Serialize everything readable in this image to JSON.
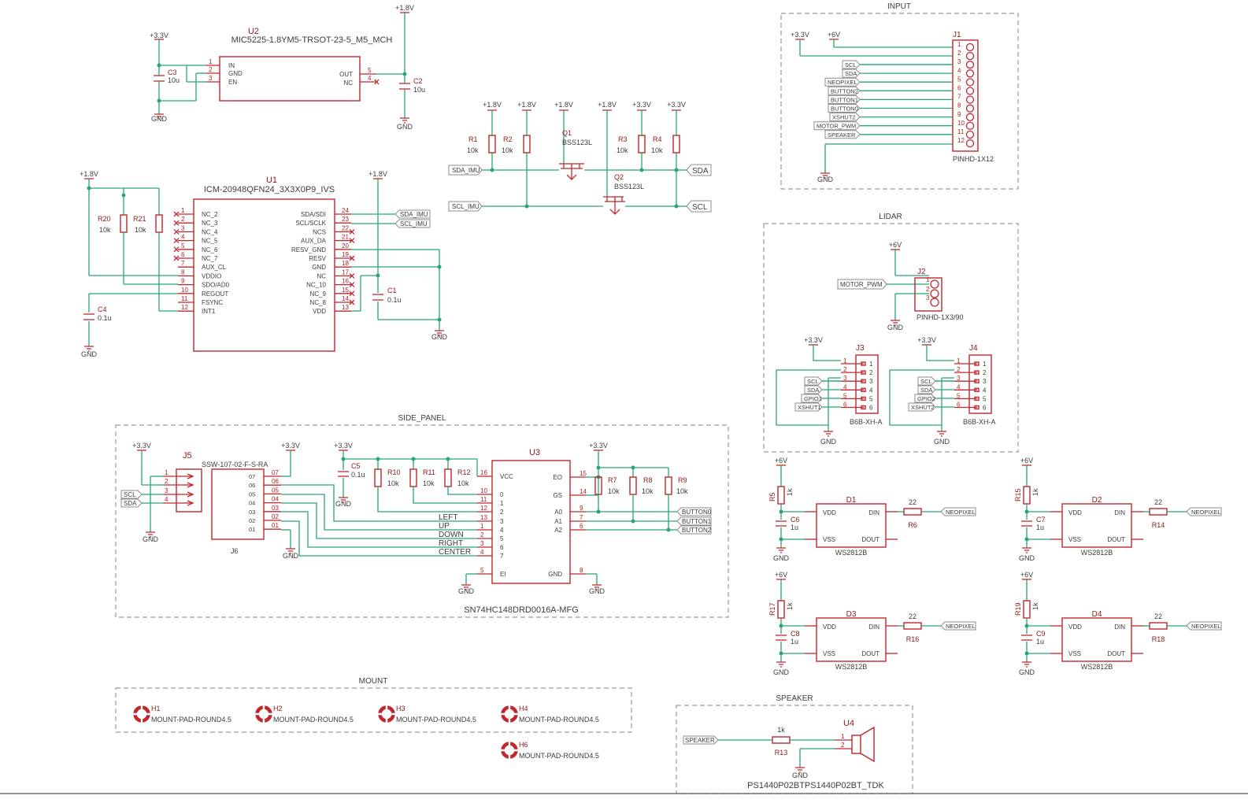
{
  "frames": {
    "input": "INPUT",
    "lidar": "LIDAR",
    "side_panel": "SIDE_PANEL",
    "mount": "MOUNT",
    "speaker": "SPEAKER"
  },
  "rails": {
    "v33": "+3.3V",
    "v18": "+1.8V",
    "v6": "+6V",
    "gnd": "GND"
  },
  "u2": {
    "ref": "U2",
    "part": "MIC5225-1.8YM5-TRSOT-23-5_M5_MCH",
    "pins_left": [
      "IN",
      "GND",
      "EN"
    ],
    "pins_left_num": [
      "1",
      "2",
      "3"
    ],
    "pins_right": [
      "OUT",
      "NC"
    ],
    "pins_right_num": [
      "5",
      "4"
    ],
    "c3": "C3",
    "c3_val": "10u",
    "c2": "C2",
    "c2_val": "10u"
  },
  "u1": {
    "ref": "U1",
    "part": "ICM-20948QFN24_3X3X0P9_IVS",
    "left_pins": [
      "NC_2",
      "NC_3",
      "NC_4",
      "NC_5",
      "NC_6",
      "NC_7",
      "AUX_CL",
      "VDDIO",
      "SDO/AD0",
      "REGOUT",
      "FSYNC",
      "INT1"
    ],
    "left_nums": [
      "1",
      "2",
      "3",
      "4",
      "5",
      "6",
      "7",
      "8",
      "9",
      "10",
      "11",
      "12"
    ],
    "right_pins": [
      "SDA/SDI",
      "SCL/SCLK",
      "NCS",
      "AUX_DA",
      "RESV_GND",
      "RESV",
      "GND",
      "NC",
      "NC_10",
      "NC_9",
      "NC_8",
      "VDD"
    ],
    "right_nums": [
      "24",
      "23",
      "22",
      "21",
      "20",
      "19",
      "18",
      "17",
      "16",
      "15",
      "14",
      "13"
    ],
    "r20": "R20",
    "r20_val": "10k",
    "r21": "R21",
    "r21_val": "10k",
    "c4": "C4",
    "c4_val": "0.1u",
    "c1": "C1",
    "c1_val": "0.1u",
    "sda_imu": "SDA_IMU",
    "scl_imu": "SCL_IMU"
  },
  "level_shift": {
    "r1": "R1",
    "r1_val": "10k",
    "r2": "R2",
    "r2_val": "10k",
    "r3": "R3",
    "r3_val": "10k",
    "r4": "R4",
    "r4_val": "10k",
    "q1": "Q1",
    "q1_part": "BSS123L",
    "q2": "Q2",
    "q2_part": "BSS123L",
    "sda_imu": "SDA_IMU",
    "scl_imu": "SCL_IMU",
    "sda": "SDA",
    "scl": "SCL"
  },
  "j1": {
    "ref": "J1",
    "part": "PINHD-1X12",
    "labels": [
      "SCL",
      "SDA",
      "NEOPIXEL",
      "BUTTON2",
      "BUTTON1",
      "BUTTON0",
      "XSHUT2",
      "MOTOR_PWM",
      "SPEAKER"
    ],
    "nums": [
      "1",
      "2",
      "3",
      "4",
      "5",
      "6",
      "7",
      "8",
      "9",
      "10",
      "11",
      "12"
    ]
  },
  "j2": {
    "ref": "J2",
    "part": "PINHD-1X3/90",
    "label": "MOTOR_PWM",
    "nums": [
      "1",
      "2",
      "3"
    ]
  },
  "j3": {
    "ref": "J3",
    "part": "B6B-XH-A",
    "labels": [
      "SCL",
      "SDA",
      "GPIO1",
      "XSHUT1"
    ],
    "nums": [
      "1",
      "2",
      "3",
      "4",
      "5",
      "6"
    ]
  },
  "j4": {
    "ref": "J4",
    "part": "B6B-XH-A",
    "labels": [
      "SCL",
      "SDA",
      "GPIO2",
      "XSHUT2"
    ],
    "nums": [
      "1",
      "2",
      "3",
      "4",
      "5",
      "6"
    ]
  },
  "leds": [
    {
      "ref": "D1",
      "part": "WS2812B",
      "r_up": "R5",
      "r_up_val": "1k",
      "cap": "C6",
      "cap_val": "1u",
      "r_in": "R6",
      "r_in_val": "22",
      "label": "NEOPIXEL"
    },
    {
      "ref": "D2",
      "part": "WS2812B",
      "r_up": "R15",
      "r_up_val": "1k",
      "cap": "C7",
      "cap_val": "1u",
      "r_in": "R14",
      "r_in_val": "22",
      "label": "NEOPIXEL"
    },
    {
      "ref": "D3",
      "part": "WS2812B",
      "r_up": "R17",
      "r_up_val": "1k",
      "cap": "C8",
      "cap_val": "1u",
      "r_in": "R16",
      "r_in_val": "22",
      "label": "NEOPIXEL"
    },
    {
      "ref": "D4",
      "part": "WS2812B",
      "r_up": "R19",
      "r_up_val": "1k",
      "cap": "C9",
      "cap_val": "1u",
      "r_in": "R18",
      "r_in_val": "22",
      "label": "NEOPIXEL"
    }
  ],
  "led_pins": {
    "vdd": "VDD",
    "vss": "VSS",
    "din": "DIN",
    "dout": "DOUT"
  },
  "side_panel": {
    "j5": "J5",
    "j5_nums": [
      "1",
      "2",
      "3",
      "4"
    ],
    "j5_labels": [
      "SCL",
      "SDA"
    ],
    "j6": "J6",
    "j6_part": "SSW-107-02-F-S-RA",
    "j6_pins": [
      "07",
      "06",
      "05",
      "04",
      "03",
      "02",
      "01"
    ],
    "j6_nums": [
      "07",
      "06",
      "05",
      "04",
      "03",
      "02",
      "01"
    ],
    "c5": "C5",
    "c5_val": "0.1u",
    "r10": "R10",
    "r10_val": "10k",
    "r11": "R11",
    "r11_val": "10k",
    "r12": "R12",
    "r12_val": "10k",
    "r7": "R7",
    "r7_val": "10k",
    "r8": "R8",
    "r8_val": "10k",
    "r9": "R9",
    "r9_val": "10k",
    "u3": "U3",
    "u3_part": "SN74HC148DRD0016A-MFG",
    "u3_left": [
      "VCC",
      "0",
      "1",
      "2",
      "3",
      "4",
      "5",
      "6",
      "7",
      "EI"
    ],
    "u3_left_nums": [
      "16",
      "10",
      "11",
      "12",
      "13",
      "1",
      "2",
      "3",
      "4",
      "5"
    ],
    "u3_right": [
      "EO",
      "GS",
      "A0",
      "A1",
      "A2",
      "GND"
    ],
    "u3_right_nums": [
      "15",
      "14",
      "9",
      "7",
      "6",
      "8"
    ],
    "nets": [
      "LEFT",
      "UP",
      "DOWN",
      "RIGHT",
      "CENTER"
    ],
    "buttons": [
      "BUTTON0",
      "BUTTON1",
      "BUTTON2"
    ]
  },
  "mount": [
    {
      "ref": "H1",
      "part": "MOUNT-PAD-ROUND4.5"
    },
    {
      "ref": "H2",
      "part": "MOUNT-PAD-ROUND4.5"
    },
    {
      "ref": "H3",
      "part": "MOUNT-PAD-ROUND4.5"
    },
    {
      "ref": "H4",
      "part": "MOUNT-PAD-ROUND4.5"
    },
    {
      "ref": "H6",
      "part": "MOUNT-PAD-ROUND4.5"
    }
  ],
  "speaker": {
    "label": "SPEAKER",
    "r13": "R13",
    "r13_val": "1k",
    "u4": "U4",
    "u4_part": "PS1440P02BTPS1440P02BT_TDK",
    "nums": [
      "1",
      "2"
    ]
  },
  "colors": {
    "wire": "#2aa574",
    "part": "#c0282e",
    "frame": "#9a9a9a",
    "text": "#3c3c3c"
  }
}
